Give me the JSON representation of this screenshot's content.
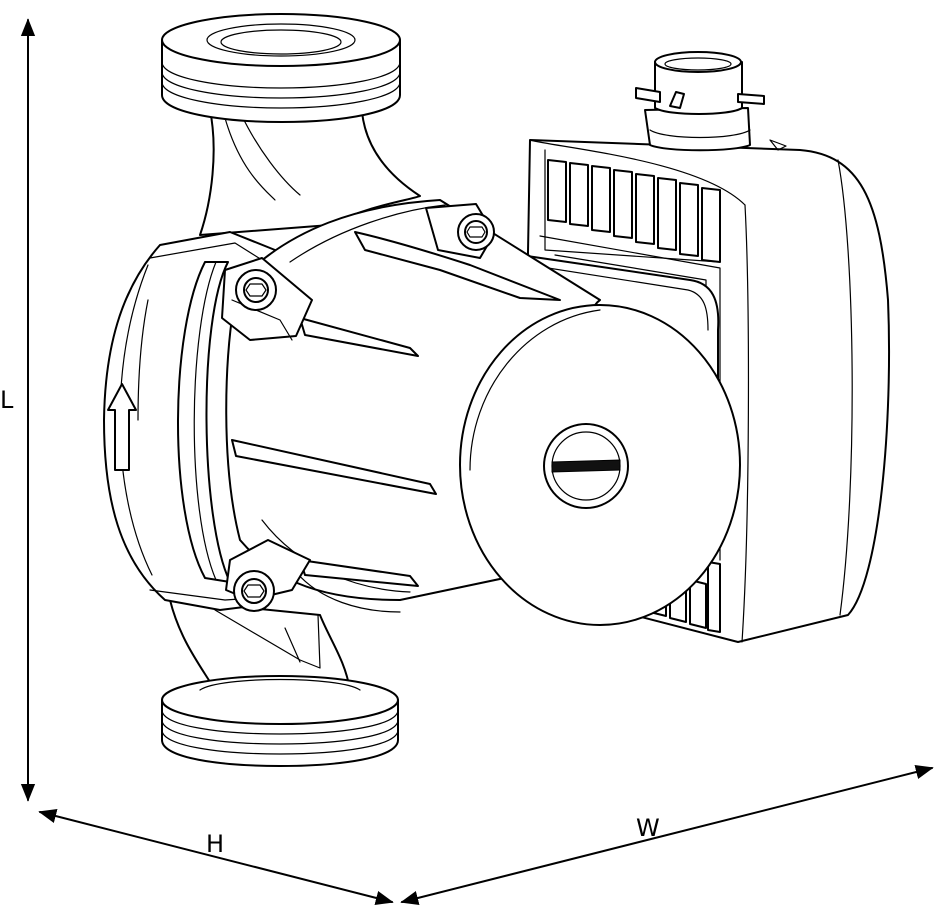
{
  "dimensions": {
    "length_label": "L",
    "height_label": "H",
    "width_label": "W"
  },
  "colors": {
    "line": "#000000",
    "background": "#ffffff"
  }
}
